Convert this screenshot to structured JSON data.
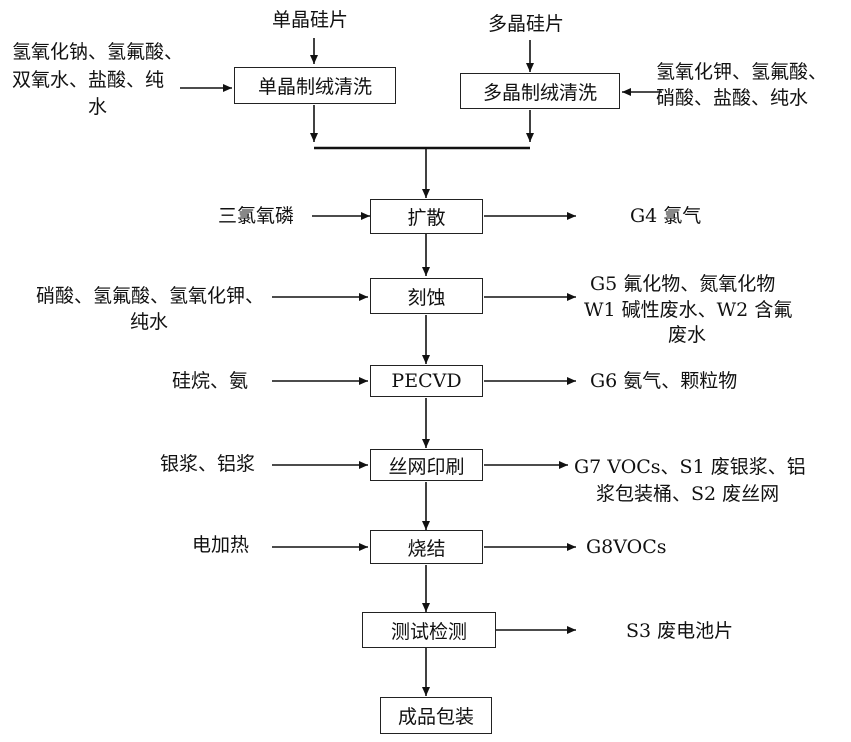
{
  "inputs": {
    "mono_wafer": "单晶硅片",
    "poly_wafer": "多晶硅片",
    "mono_chem": [
      "氢氧化钠、氢氟酸、",
      "双氧水、盐酸、纯",
      "水"
    ],
    "poly_chem": [
      "氢氧化钾、氢氟酸、",
      "硝酸、盐酸、纯水"
    ],
    "diffusion_in": "三氯氧磷",
    "etch_in": [
      "硝酸、氢氟酸、氢氧化钾、",
      "纯水"
    ],
    "pecvd_in": "硅烷、氨",
    "print_in": "银浆、铝浆",
    "sinter_in": "电加热"
  },
  "steps": {
    "mono_texture": "单晶制绒清洗",
    "poly_texture": "多晶制绒清洗",
    "diffusion": "扩散",
    "etching": "刻蚀",
    "pecvd": "PECVD",
    "screen_print": "丝网印刷",
    "sintering": "烧结",
    "testing": "测试检测",
    "packaging": "成品包装"
  },
  "outputs": {
    "diffusion_out": "G4 氯气",
    "etch_out": [
      "G5 氟化物、氮氧化物",
      "W1 碱性废水、W2 含氟",
      "废水"
    ],
    "pecvd_out": "G6 氨气、颗粒物",
    "print_out": [
      "G7 VOCs、S1 废银浆、铝",
      "浆包装桶、S2 废丝网"
    ],
    "sinter_out": "G8VOCs",
    "test_out": "S3 废电池片"
  }
}
